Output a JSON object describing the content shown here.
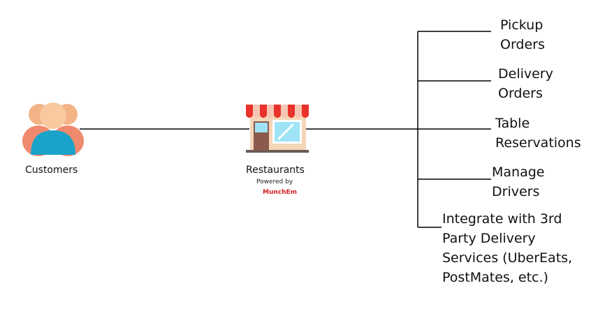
{
  "nodes": {
    "customers": {
      "label": "Customers"
    },
    "restaurants": {
      "label": "Restaurants",
      "powered_by": "Powered by",
      "brand": "MunchEm"
    }
  },
  "branches": [
    {
      "lines": [
        "Pickup",
        "Orders"
      ]
    },
    {
      "lines": [
        "Delivery",
        "Orders"
      ]
    },
    {
      "lines": [
        "Table",
        "Reservations"
      ]
    },
    {
      "lines": [
        "Manage",
        "Drivers"
      ]
    },
    {
      "lines": [
        "Integrate with 3rd",
        "Party Delivery",
        "Services (UberEats,",
        "PostMates, etc.)"
      ]
    }
  ],
  "colors": {
    "person_front": "#1aa3c9",
    "person_back": "#f08a6e",
    "skin": "#f9c9a0",
    "awning_red": "#e8322a",
    "awning_light": "#f5c6b4",
    "wall": "#f6d6b8",
    "window": "#9fe3f7",
    "door": "#8a5a4c",
    "brand": "#d42020"
  }
}
